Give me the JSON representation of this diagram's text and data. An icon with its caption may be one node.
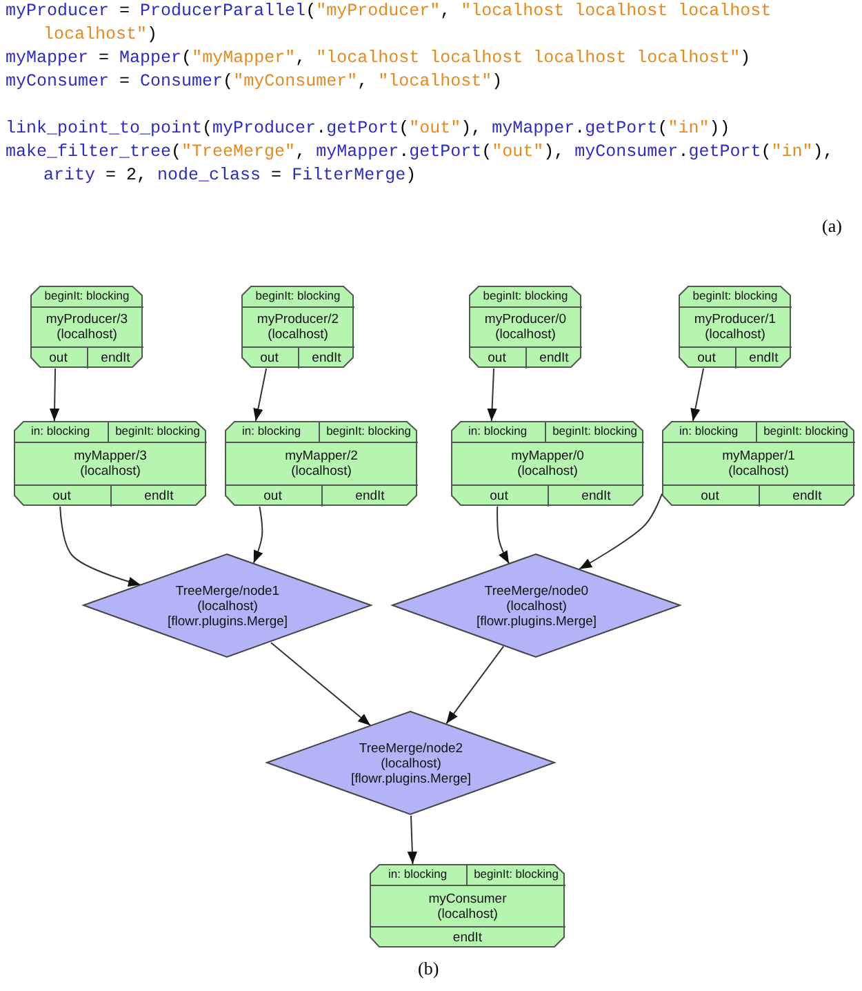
{
  "diagram": {
    "nodes": [
      {
        "text": [
          "beginIt: blocking",
          "myProducer/3 (localhost)",
          "out",
          "endIt"
        ]
      },
      {
        "text": [
          "beginIt: blocking",
          "myProducer/2 (localhost)",
          "out",
          "endIt"
        ]
      },
      {
        "text": [
          "beginIt: blocking",
          "myProducer/0 (localhost)",
          "out",
          "endIt"
        ]
      },
      {
        "text": [
          "beginIt: blocking",
          "myProducer/1 (localhost)",
          "out",
          "endIt"
        ]
      },
      {
        "text": [
          "in: blocking",
          "beginIt: blocking",
          "myMapper/3 (localhost)",
          "out",
          "endIt"
        ]
      },
      {
        "text": [
          "in: blocking",
          "beginIt: blocking",
          "myMapper/2 (localhost)",
          "out",
          "endIt"
        ]
      },
      {
        "text": [
          "in: blocking",
          "beginIt: blocking",
          "myMapper/0 (localhost)",
          "out",
          "endIt"
        ]
      },
      {
        "text": [
          "in: blocking",
          "beginIt: blocking",
          "myMapper/1 (localhost)",
          "out",
          "endIt"
        ]
      },
      {
        "text": [
          "TreeMerge/node1 (localhost) [flowr.plugins.Merge]"
        ]
      },
      {
        "text": [
          "TreeMerge/node0 (localhost) [flowr.plugins.Merge]"
        ]
      },
      {
        "text": [
          "TreeMerge/node2 (localhost) [flowr.plugins.Merge]"
        ]
      },
      {
        "text": [
          "in: blocking",
          "beginIt: blocking",
          "myConsumer (localhost)",
          "endIt"
        ]
      }
    ],
    "edges": [
      {
        "from": 0,
        "to": 4,
        "arrow": "to"
      },
      {
        "from": 1,
        "to": 5,
        "arrow": "to"
      },
      {
        "from": 2,
        "to": 6,
        "arrow": "to"
      },
      {
        "from": 3,
        "to": 7,
        "arrow": "to"
      },
      {
        "from": 4,
        "to": 8,
        "arrow": "to"
      },
      {
        "from": 5,
        "to": 8,
        "arrow": "to"
      },
      {
        "from": 6,
        "to": 9,
        "arrow": "to"
      },
      {
        "from": 7,
        "to": 9,
        "arrow": "to"
      },
      {
        "from": 8,
        "to": 10,
        "arrow": "to"
      },
      {
        "from": 9,
        "to": 10,
        "arrow": "to"
      },
      {
        "from": 10,
        "to": 11,
        "arrow": "to"
      }
    ],
    "labels": [
      "myProducer = ProducerParallel(\"myProducer\", \"localhost localhost localhost localhost\")",
      "myMapper = Mapper(\"myMapper\", \"localhost localhost localhost localhost\")",
      "myConsumer = Consumer(\"myConsumer\", \"localhost\")",
      "link_point_to_point(myProducer.getPort(\"out\"), myMapper.getPort(\"in\"))",
      "make_filter_tree(\"TreeMerge\", myMapper.getPort(\"out\"), myConsumer.getPort(\"in\"), arity = 2, node_class = FilterMerge)",
      "(a)",
      "(b)"
    ]
  }
}
